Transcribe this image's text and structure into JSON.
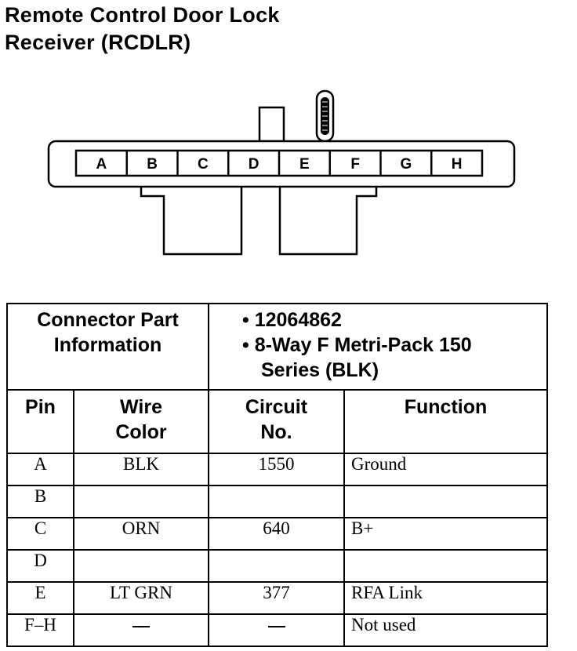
{
  "title": {
    "line1": "Remote Control Door Lock",
    "line2": "Receiver (RCDLR)"
  },
  "connector": {
    "pins": [
      "A",
      "B",
      "C",
      "D",
      "E",
      "F",
      "G",
      "H"
    ]
  },
  "part_info": {
    "label_line1": "Connector Part",
    "label_line2": "Information",
    "bullet1": "• 12064862",
    "bullet2_line1": "• 8-Way F Metri-Pack 150",
    "bullet2_line2": "Series (BLK)"
  },
  "columns": {
    "pin": "Pin",
    "wire_line1": "Wire",
    "wire_line2": "Color",
    "circuit_line1": "Circuit",
    "circuit_line2": "No.",
    "function": "Function"
  },
  "rows": [
    {
      "pin": "A",
      "wire": "BLK",
      "circuit": "1550",
      "function": "Ground"
    },
    {
      "pin": "B",
      "wire": "",
      "circuit": "",
      "function": ""
    },
    {
      "pin": "C",
      "wire": "ORN",
      "circuit": "640",
      "function": "B+"
    },
    {
      "pin": "D",
      "wire": "",
      "circuit": "",
      "function": ""
    },
    {
      "pin": "E",
      "wire": "LT GRN",
      "circuit": "377",
      "function": "RFA Link"
    },
    {
      "pin": "F–H",
      "wire": "",
      "circuit": "",
      "function": "Not used"
    }
  ]
}
